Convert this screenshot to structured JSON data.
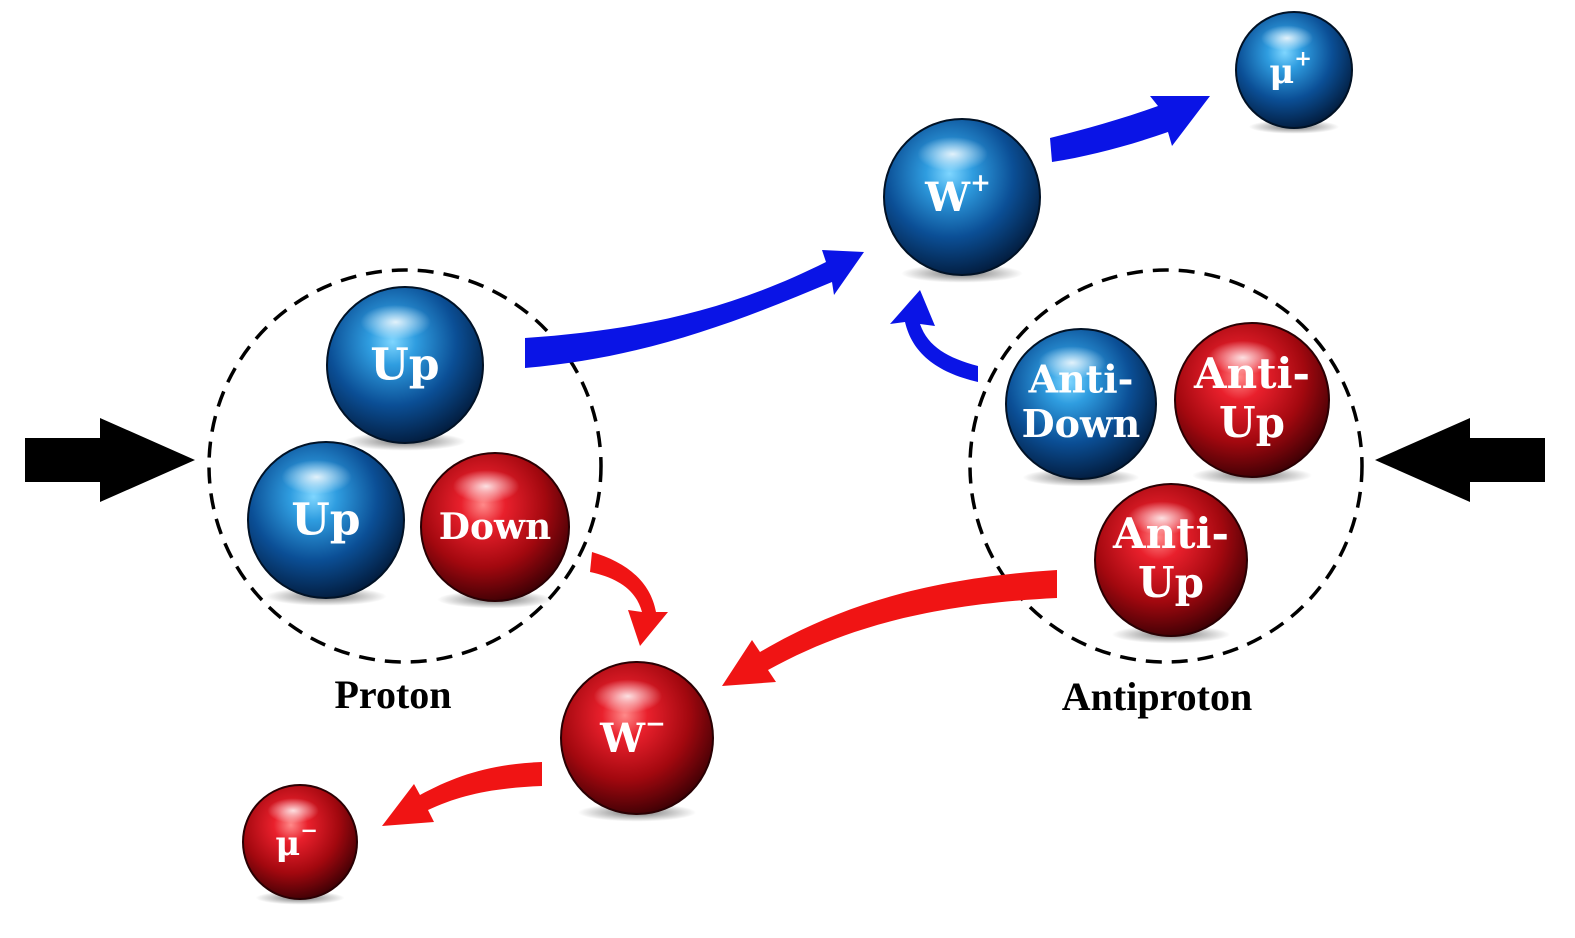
{
  "colors": {
    "blue_particle": "#1a6fc4",
    "red_particle": "#d8182a",
    "blue_arrow": "#0a14e6",
    "red_arrow": "#f01414",
    "black_arrow": "#000000",
    "outline": "#000000"
  },
  "groups": {
    "proton": {
      "label": "Proton"
    },
    "antiproton": {
      "label": "Antiproton"
    }
  },
  "particles": {
    "proton_up_top": {
      "line1": "Up"
    },
    "proton_up_left": {
      "line1": "Up"
    },
    "proton_down": {
      "line1": "Down"
    },
    "anti_down": {
      "line1": "Anti-",
      "line2": "Down"
    },
    "anti_up_right": {
      "line1": "Anti-",
      "line2": "Up"
    },
    "anti_up_bottom": {
      "line1": "Anti-",
      "line2": "Up"
    },
    "w_plus": {
      "base": "W",
      "sup": "+"
    },
    "w_minus": {
      "base": "W",
      "sup": "−"
    },
    "mu_plus": {
      "base": "μ",
      "sup": "+"
    },
    "mu_minus": {
      "base": "μ",
      "sup": "−"
    }
  }
}
